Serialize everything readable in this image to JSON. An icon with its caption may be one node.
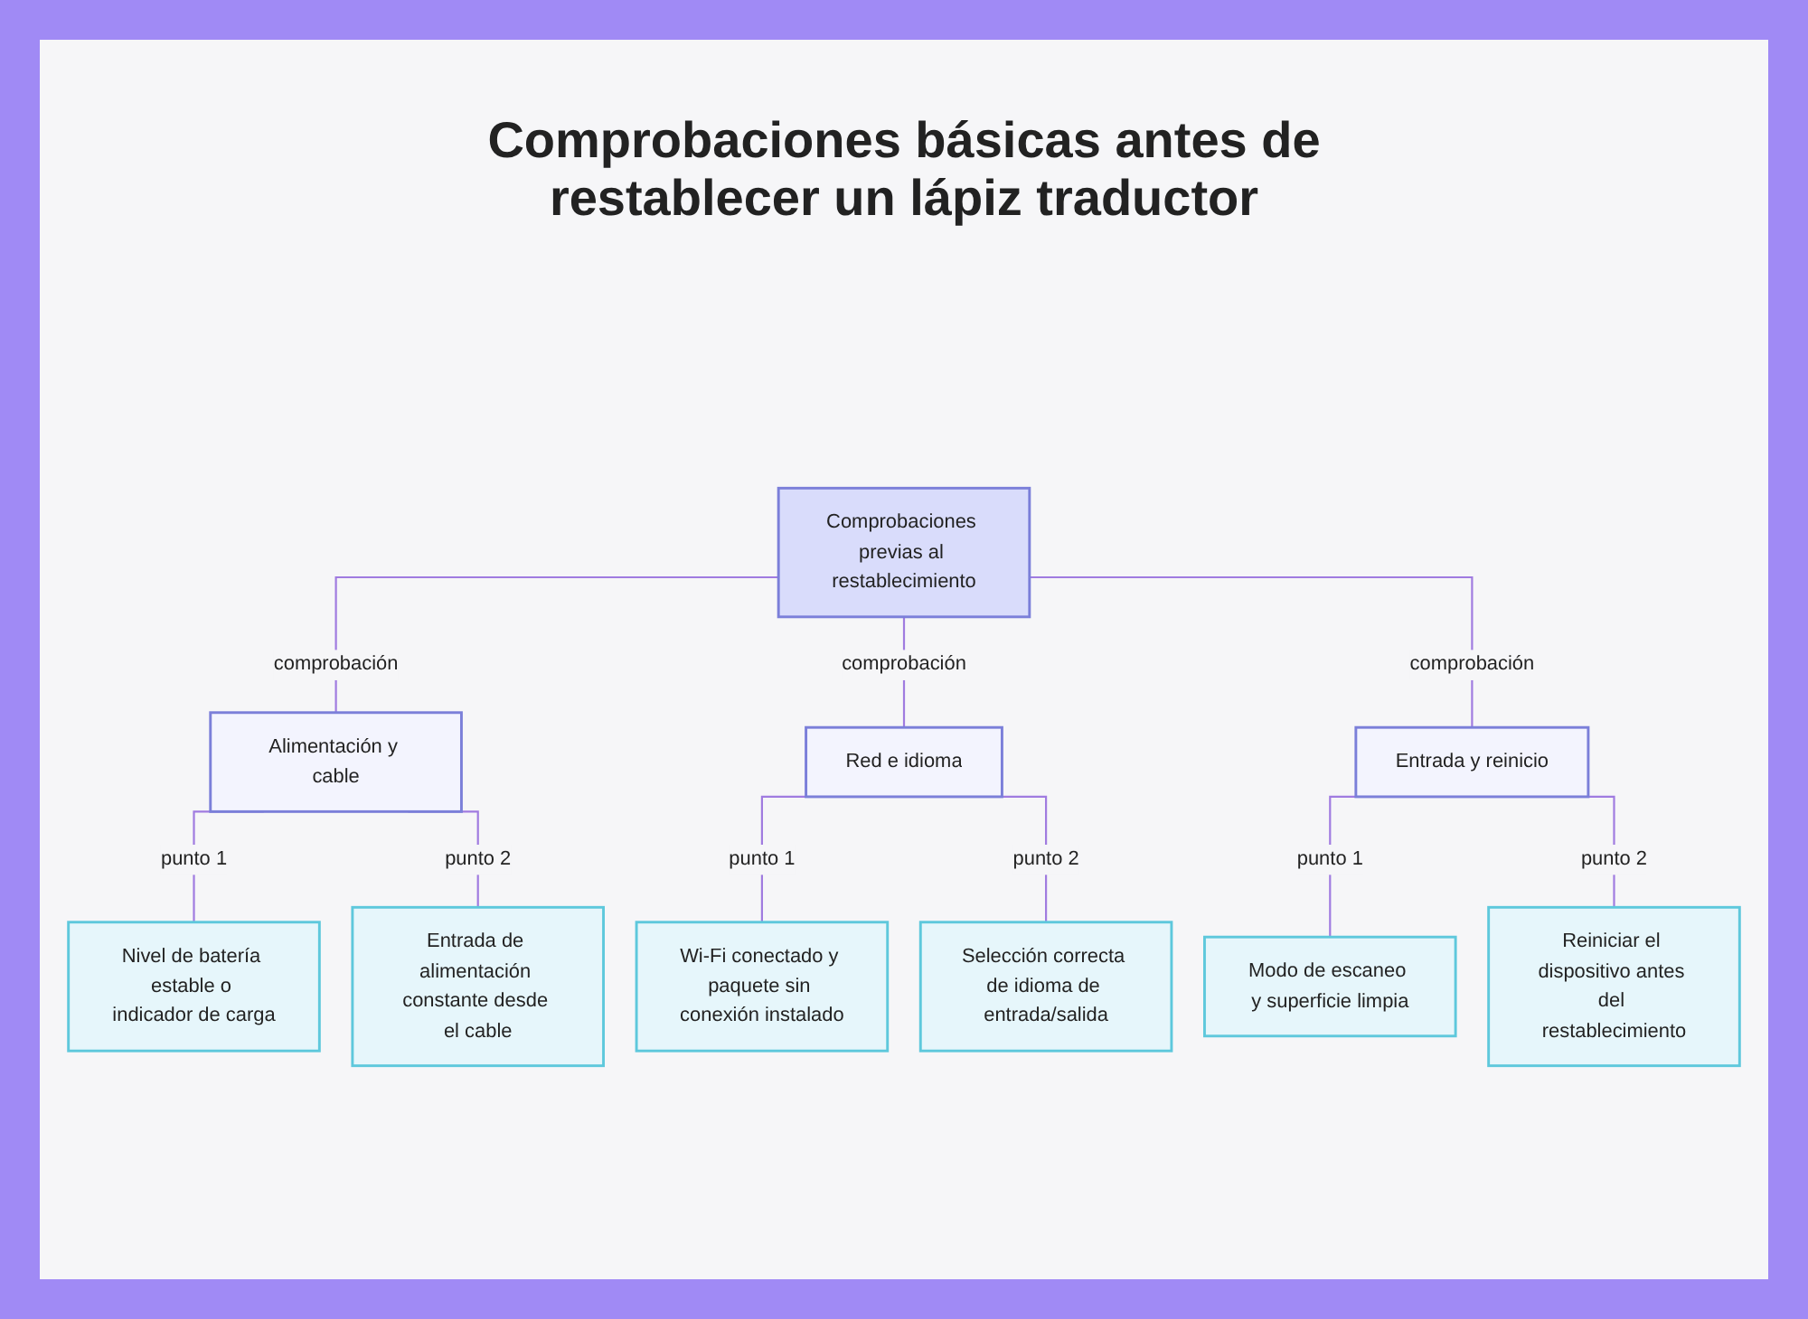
{
  "diagram": {
    "title": "Comprobaciones básicas antes de restablecer un lápiz traductor",
    "nodes": [
      {
        "text": [
          "Comprobaciones previas al restablecimiento"
        ]
      },
      {
        "text": [
          "Alimentación y cable"
        ]
      },
      {
        "text": [
          "Red e idioma"
        ]
      },
      {
        "text": [
          "Entrada y reinicio"
        ]
      },
      {
        "text": [
          "Nivel de batería estable o indicador de carga"
        ]
      },
      {
        "text": [
          "Entrada de alimentación constante desde el cable"
        ]
      },
      {
        "text": [
          "Wi-Fi conectado y paquete sin conexión instalado"
        ]
      },
      {
        "text": [
          "Selección correcta de idioma de entrada/salida"
        ]
      },
      {
        "text": [
          "Modo de escaneo y superficie limpia"
        ]
      },
      {
        "text": [
          "Reiniciar el dispositivo antes del restablecimiento"
        ]
      }
    ],
    "edges": [
      {
        "from": 0,
        "to": 1,
        "arrow": "none",
        "label": "comprobación"
      },
      {
        "from": 0,
        "to": 2,
        "arrow": "none",
        "label": "comprobación"
      },
      {
        "from": 0,
        "to": 3,
        "arrow": "none",
        "label": "comprobación"
      },
      {
        "from": 1,
        "to": 4,
        "arrow": "none",
        "label": "punto 1"
      },
      {
        "from": 1,
        "to": 5,
        "arrow": "none",
        "label": "punto 2"
      },
      {
        "from": 2,
        "to": 6,
        "arrow": "none",
        "label": "punto 1"
      },
      {
        "from": 2,
        "to": 7,
        "arrow": "none",
        "label": "punto 2"
      },
      {
        "from": 3,
        "to": 8,
        "arrow": "none",
        "label": "punto 1"
      },
      {
        "from": 3,
        "to": 9,
        "arrow": "none",
        "label": "punto 2"
      }
    ]
  }
}
